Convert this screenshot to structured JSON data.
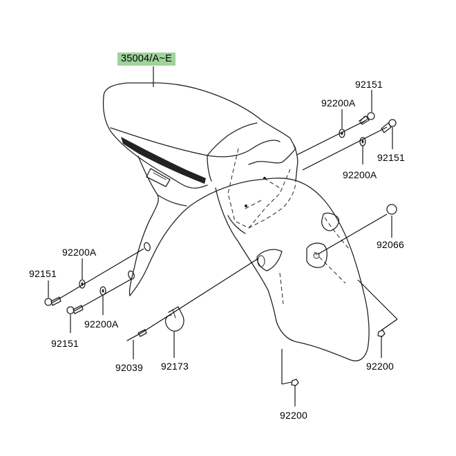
{
  "labels": {
    "main_part": "35004/A~E",
    "bolt_top_1": "92151",
    "washer_top_1": "92200A",
    "bolt_top_2": "92151",
    "washer_top_2": "92200A",
    "washer_left_1": "92200A",
    "bolt_left_1": "92151",
    "bolt_left_2": "92151",
    "washer_left_2": "92200A",
    "cap_right": "92066",
    "pin": "92039",
    "clamp": "92173",
    "nut_right": "92200",
    "nut_bottom": "92200"
  },
  "colors": {
    "highlight": "#9fd39b",
    "line": "#222222"
  }
}
